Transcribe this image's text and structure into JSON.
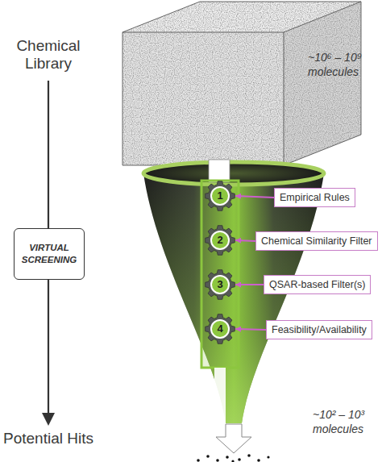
{
  "diagram": {
    "nodes": [
      {
        "text": [
          "VIRTUAL SCREENING"
        ]
      },
      {
        "text": [
          "1"
        ]
      },
      {
        "text": [
          "Empirical Rules"
        ]
      },
      {
        "text": [
          "2"
        ]
      },
      {
        "text": [
          "Chemical Similarity Filter"
        ]
      },
      {
        "text": [
          "3"
        ]
      },
      {
        "text": [
          "QSAR-based Filter(s)"
        ]
      },
      {
        "text": [
          "4"
        ]
      },
      {
        "text": [
          "Feasibility/Availability"
        ]
      }
    ],
    "edges": [
      {
        "from": 2,
        "to": 1,
        "arrow": "to"
      },
      {
        "from": 4,
        "to": 3,
        "arrow": "to"
      },
      {
        "from": 6,
        "to": 5,
        "arrow": "to"
      },
      {
        "from": 8,
        "to": 7,
        "arrow": "to"
      }
    ],
    "labels": [
      "Chemical Library",
      "~10⁶ – 10⁹ molecules",
      "Potential Hits",
      "~10² – 10³ molecules"
    ]
  }
}
